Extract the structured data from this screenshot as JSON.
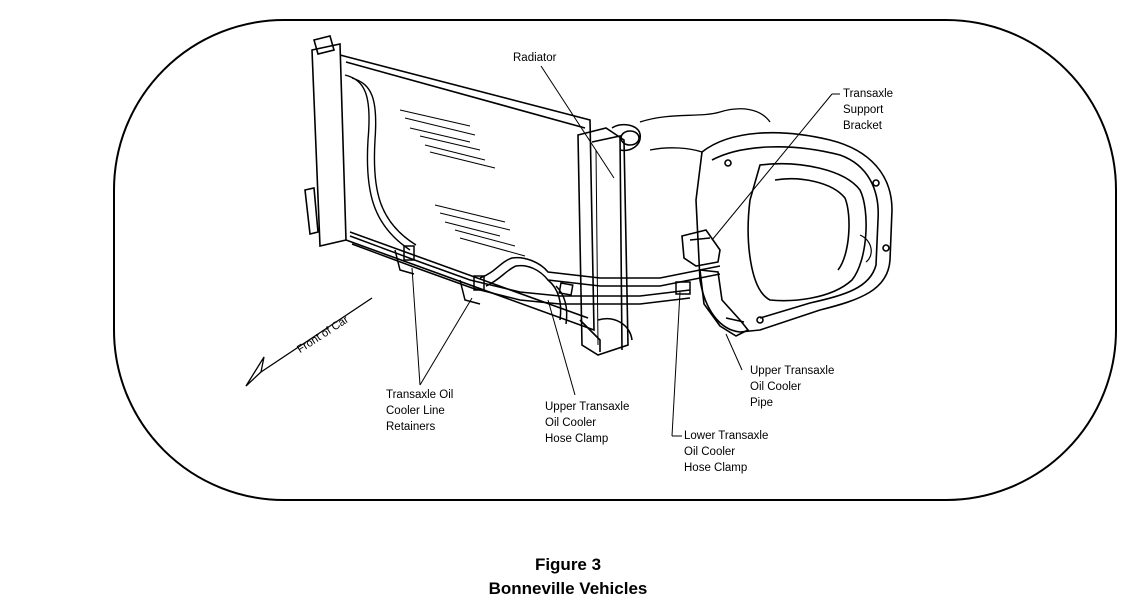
{
  "labels": {
    "radiator": "Radiator",
    "support_bracket": [
      "Transaxle",
      "Support",
      "Bracket"
    ],
    "retainers": [
      "Transaxle Oil",
      "Cooler Line",
      "Retainers"
    ],
    "upper_hose_clamp": [
      "Upper Transaxle",
      "Oil Cooler",
      "Hose Clamp"
    ],
    "lower_hose_clamp": [
      "Lower Transaxle",
      "Oil Cooler",
      "Hose Clamp"
    ],
    "upper_pipe": [
      "Upper Transaxle",
      "Oil Cooler",
      "Pipe"
    ],
    "front_of_car": "Front of Car"
  },
  "caption": {
    "figure": "Figure 3",
    "title": "Bonneville Vehicles"
  }
}
